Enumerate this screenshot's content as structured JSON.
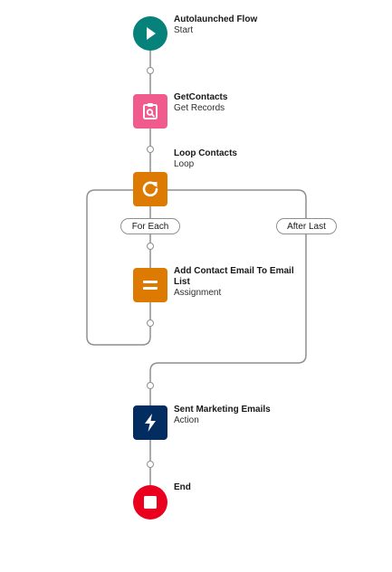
{
  "flow": {
    "nodes": {
      "start": {
        "title": "Autolaunched Flow",
        "subtitle": "Start",
        "color": "#06827a",
        "icon": "play-icon"
      },
      "get_contacts": {
        "title": "GetContacts",
        "subtitle": "Get Records",
        "color": "#f05a8c",
        "icon": "record-lookup-icon"
      },
      "loop": {
        "title": "Loop Contacts",
        "subtitle": "Loop",
        "color": "#dd7a01",
        "icon": "loop-icon"
      },
      "assignment": {
        "title": "Add Contact Email To Email List",
        "subtitle": "Assignment",
        "color": "#dd7a01",
        "icon": "assignment-icon"
      },
      "action": {
        "title": "Sent Marketing Emails",
        "subtitle": "Action",
        "color": "#032d60",
        "icon": "lightning-icon"
      },
      "end": {
        "title": "End",
        "color": "#ea001e",
        "icon": "stop-icon"
      }
    },
    "loop_labels": {
      "for_each": "For Each",
      "after_last": "After Last"
    }
  }
}
